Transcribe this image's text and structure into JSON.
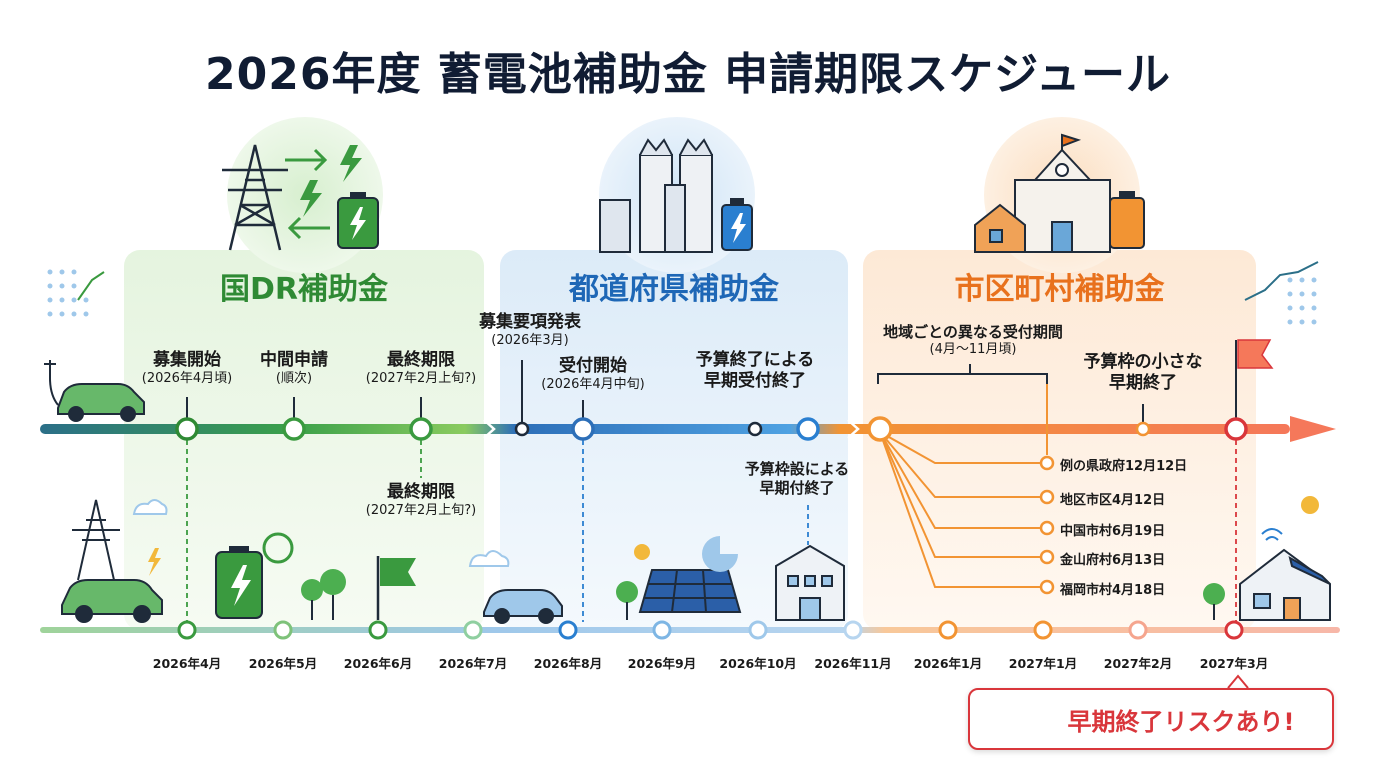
{
  "title": "2026年度 蓄電池補助金 申請期限スケジュール",
  "sections": {
    "national": {
      "title": "国DR補助金",
      "color": "#2f8a34"
    },
    "prefecture": {
      "title": "都道府県補助金",
      "color": "#1e67b6"
    },
    "municipal": {
      "title": "市区町村補助金",
      "color": "#e8711d"
    }
  },
  "national_events": {
    "start": {
      "label": "募集開始",
      "sub": "(2026年4月頃)"
    },
    "interim": {
      "label": "中間申請",
      "sub": "(順次)"
    },
    "deadline": {
      "label": "最終期限",
      "sub": "(2027年2月上旬?)"
    },
    "deadline_lower": {
      "label": "最終期限",
      "sub": "(2027年2月上旬?)"
    }
  },
  "prefecture_events": {
    "announce": {
      "label": "募集要項発表",
      "sub": "(2026年3月)"
    },
    "reception": {
      "label": "受付開始",
      "sub": "(2026年4月中旬)"
    },
    "budget_end": {
      "label1": "予算終了による",
      "label2": "早期受付終了"
    },
    "budget_lower": {
      "label1": "予算枠設による",
      "label2": "早期付終了"
    }
  },
  "municipal_events": {
    "periods": {
      "label": "地域ごとの異なる受付期間",
      "sub": "(4月〜11月頃)"
    },
    "small_budget": {
      "label1": "予算枠の小さな",
      "label2": "早期終了"
    },
    "cities": [
      "例の県政府12月12日",
      "地区市区4月12日",
      "中国市村6月19日",
      "金山府村6月13日",
      "福岡市村4月18日"
    ]
  },
  "months": [
    "2026年4月",
    "2026年5月",
    "2026年6月",
    "2026年7月",
    "2026年8月",
    "2026年9月",
    "2026年10月",
    "2026年11月",
    "2026年1月",
    "2027年1月",
    "2027年2月",
    "2027年3月"
  ],
  "risk_label": "早期終了リスクあり!",
  "colors": {
    "green": "#3a9a3f",
    "blue": "#2a7fd0",
    "orange": "#f29433",
    "red": "#d9363b",
    "navy": "#101c33"
  }
}
